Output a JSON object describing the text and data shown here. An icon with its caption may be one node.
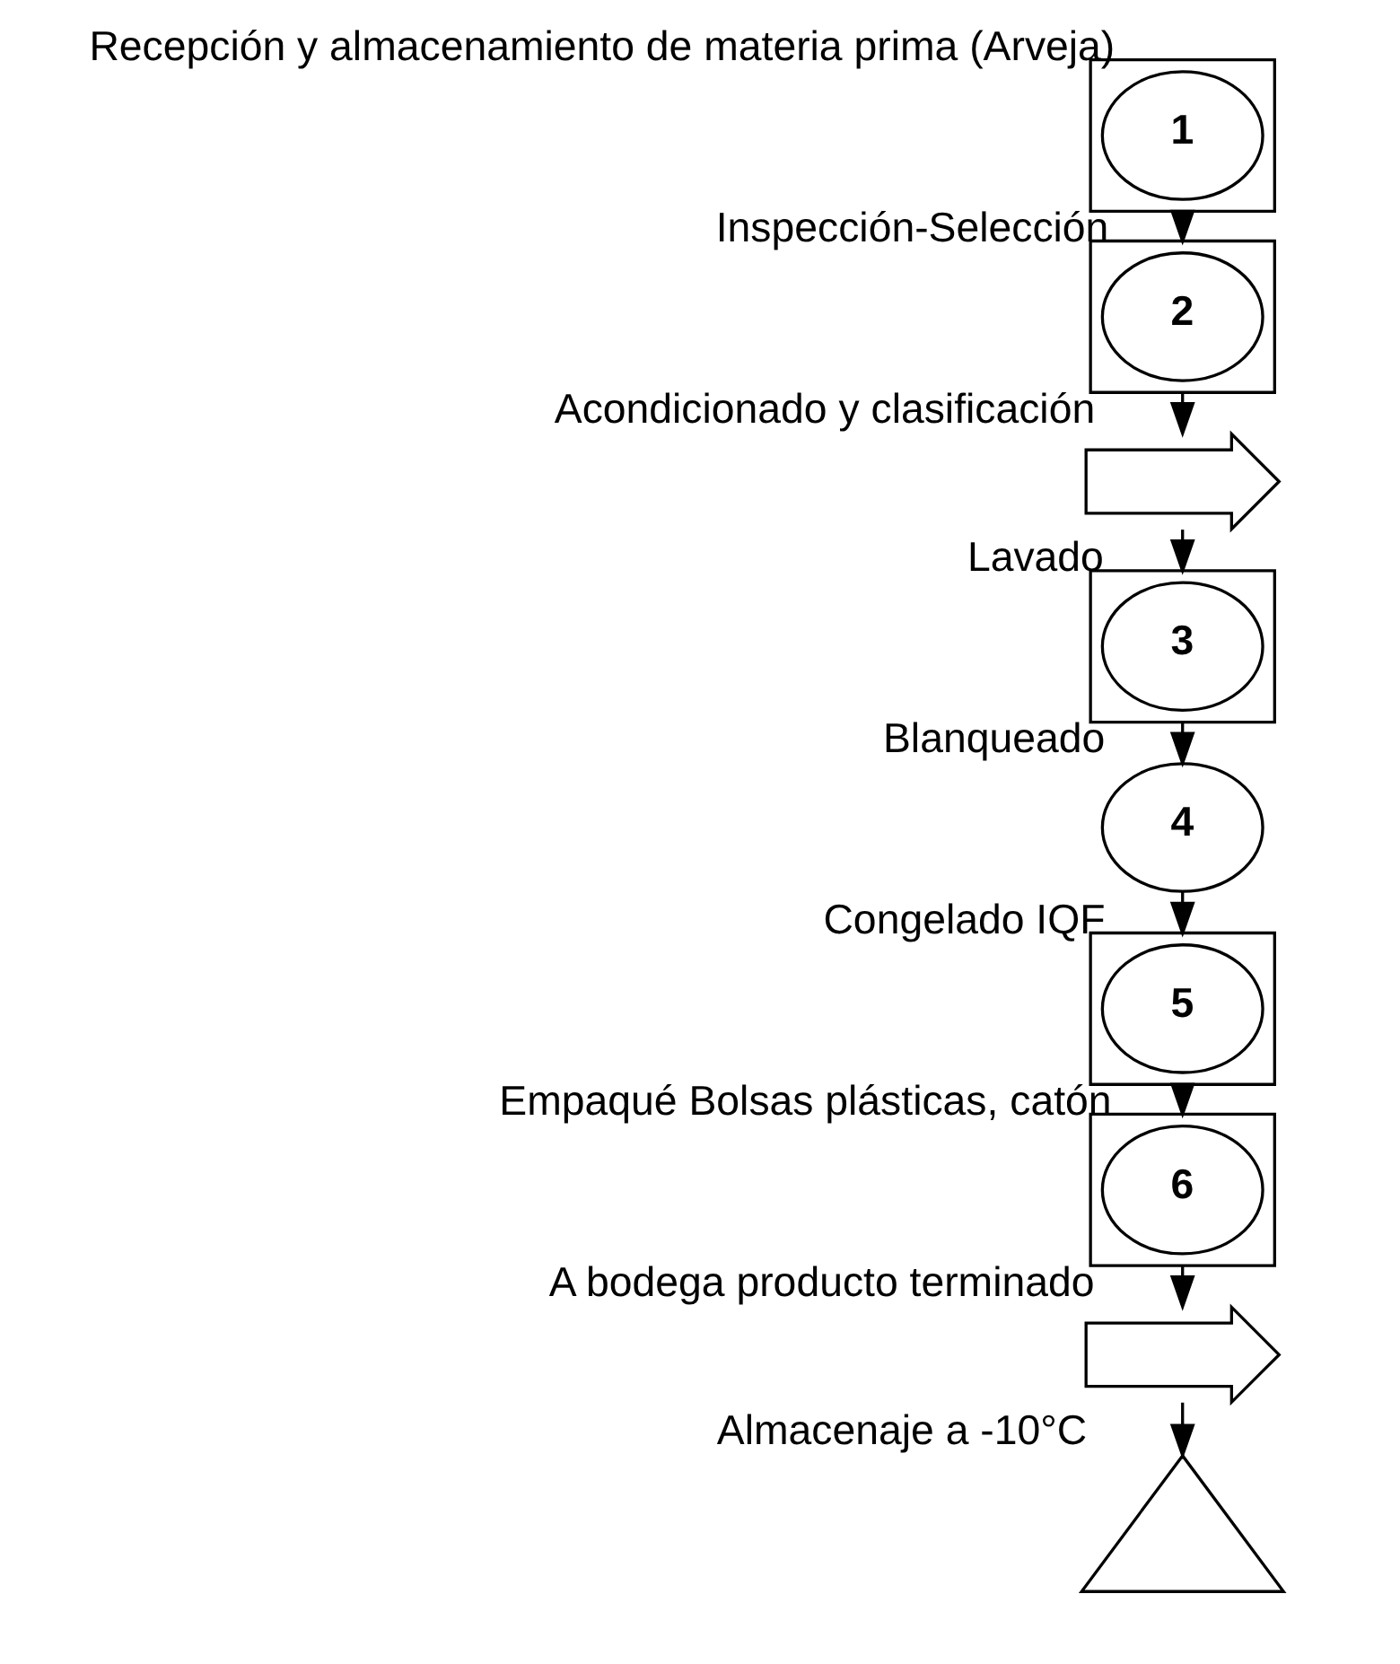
{
  "diagram": {
    "nodes": [
      {
        "text": [],
        "shape": "box"
      },
      {
        "text": [
          "1"
        ],
        "in": 0,
        "beside": [
          "Recepción y almacenamiento de materia prima (Arveja)"
        ]
      },
      {
        "text": [],
        "shape": "box"
      },
      {
        "text": [
          "2"
        ],
        "in": 2,
        "beside": [
          "Inspección-Selección"
        ]
      },
      {
        "text": [],
        "shape": "arrow",
        "beside": [
          "Acondicionado y clasificación"
        ]
      },
      {
        "text": [],
        "shape": "box"
      },
      {
        "text": [
          "3"
        ],
        "in": 5,
        "beside": [
          "Lavado"
        ]
      },
      {
        "text": [
          "4"
        ],
        "beside": [
          "Blanqueado"
        ]
      },
      {
        "text": [],
        "shape": "box"
      },
      {
        "text": [
          "5"
        ],
        "in": 8,
        "beside": [
          "Congelado IQF"
        ]
      },
      {
        "text": [],
        "shape": "box"
      },
      {
        "text": [
          "6"
        ],
        "in": 10,
        "beside": [
          "Empaqué Bolsas plásticas, catón"
        ]
      },
      {
        "text": [],
        "shape": "arrow",
        "beside": [
          "A bodega producto terminado"
        ]
      },
      {
        "text": [],
        "shape": "triangle",
        "beside": [
          "Almacenaje a -10°C"
        ]
      }
    ],
    "edges": [
      {
        "from": 0,
        "to": 2,
        "arrow": "to"
      },
      {
        "from": 2,
        "to": 4,
        "arrow": "to"
      },
      {
        "from": 4,
        "to": 5,
        "arrow": "to"
      },
      {
        "from": 5,
        "to": 7,
        "arrow": "to"
      },
      {
        "from": 7,
        "to": 8,
        "arrow": "to"
      },
      {
        "from": 8,
        "to": 10,
        "arrow": "to"
      },
      {
        "from": 10,
        "to": 12,
        "arrow": "to"
      },
      {
        "from": 12,
        "to": 13,
        "arrow": "to"
      }
    ]
  }
}
